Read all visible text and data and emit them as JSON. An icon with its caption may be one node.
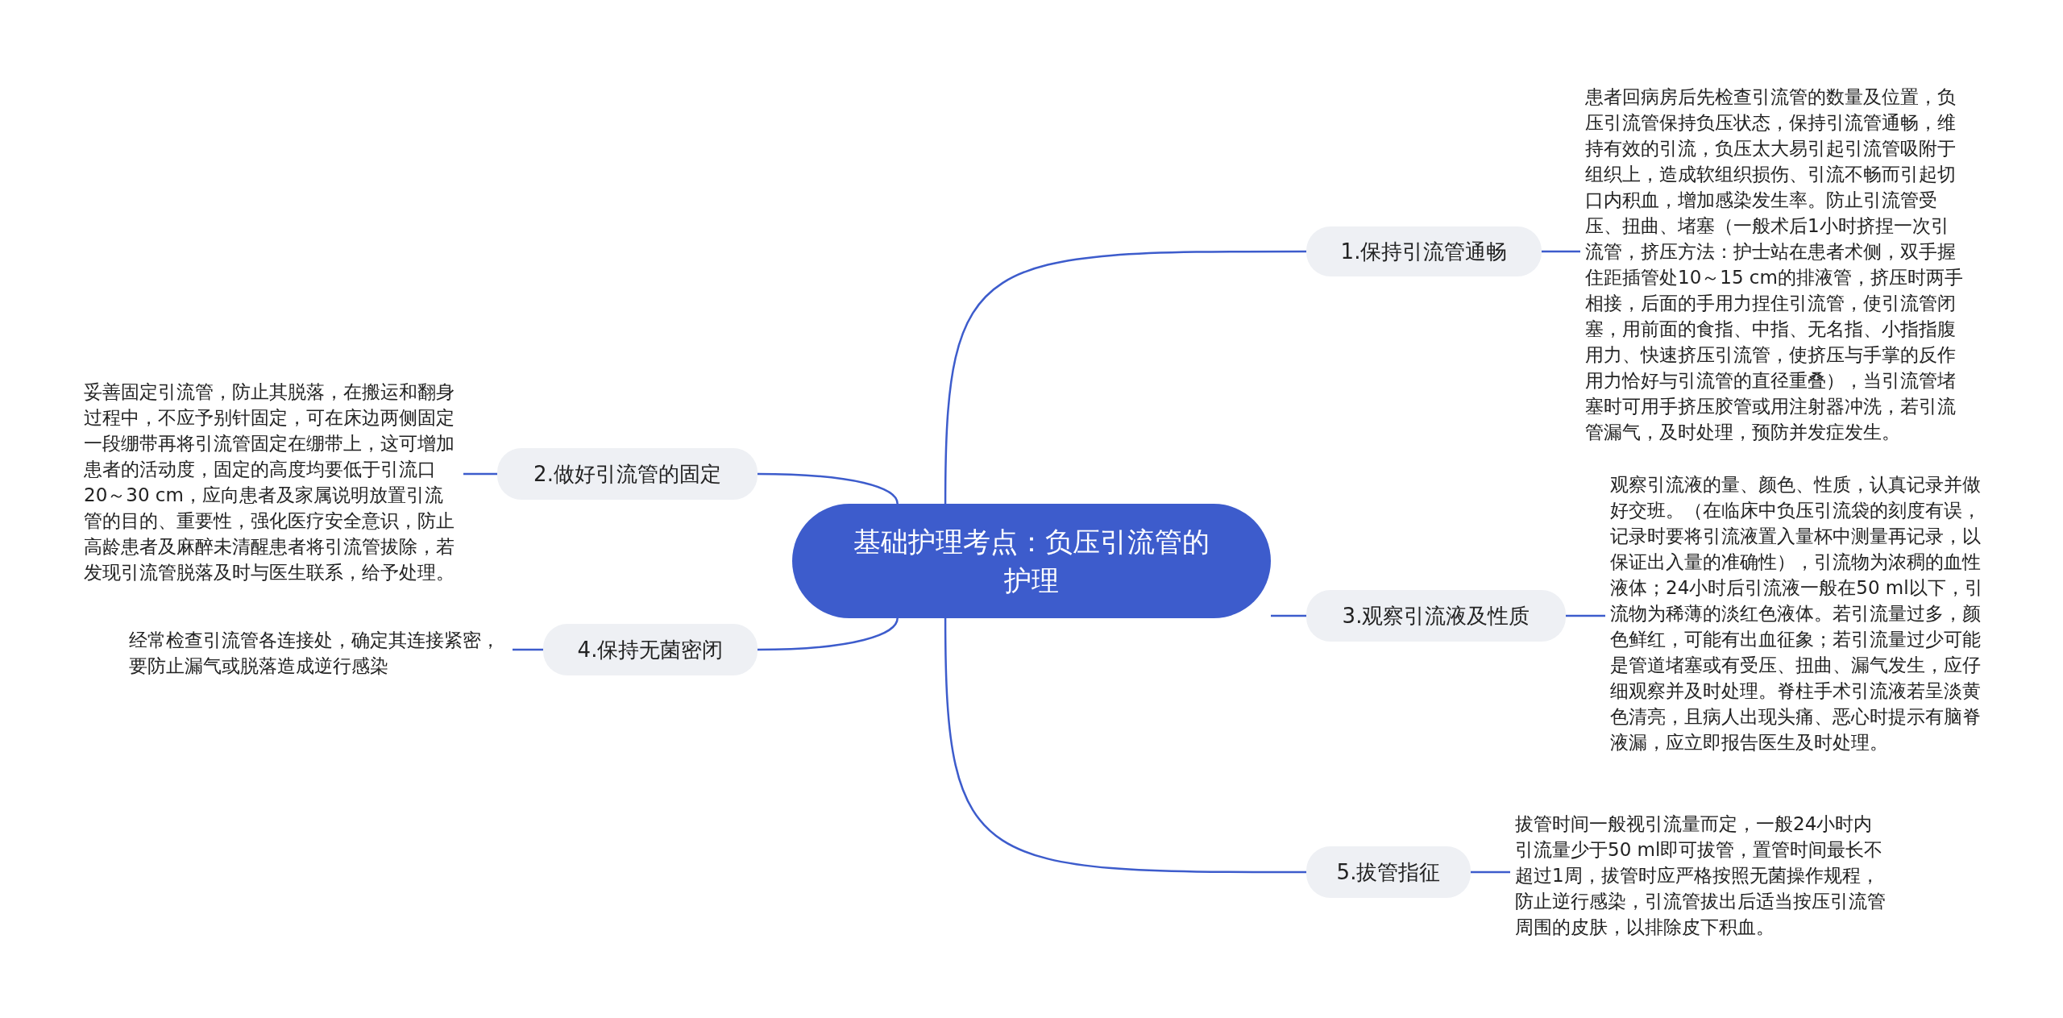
{
  "diagram": {
    "nodes": [
      {
        "text": [
          "基础护理考点：负压引流管的护理"
        ]
      },
      {
        "text": [
          "1.保持引流管通畅"
        ]
      },
      {
        "text": [
          "患者回病房后先检查引流管的数量及位置，负压引流管保持负压状态，保持引流管通畅，维持有效的引流，负压太大易引起引流管吸附于组织上，造成软组织损伤、引流不畅而引起切口内积血，增加感染发生率。防止引流管受压、扭曲、堵塞（一般术后1小时挤捏一次引流管，挤压方法：护士站在患者术侧，双手握住距插管处10～15 cm的排液管，挤压时两手相接，后面的手用力捏住引流管，使引流管闭塞，用前面的食指、中指、无名指、小指指腹用力、快速挤压引流管，使挤压与手掌的反作用力恰好与引流管的直径重叠），当引流管堵塞时可用手挤压胶管或用注射器冲洗，若引流管漏气，及时处理，预防并发症发生。"
        ]
      },
      {
        "text": [
          "2.做好引流管的固定"
        ]
      },
      {
        "text": [
          "妥善固定引流管，防止其脱落，在搬运和翻身过程中，不应予别针固定，可在床边两侧固定一段绷带再将引流管固定在绷带上，这可增加患者的活动度，固定的高度均要低于引流口20～30 cm，应向患者及家属说明放置引流管的目的、重要性，强化医疗安全意识，防止高龄患者及麻醉未清醒患者将引流管拔除，若发现引流管脱落及时与医生联系，给予处理。"
        ]
      },
      {
        "text": [
          "3.观察引流液及性质"
        ]
      },
      {
        "text": [
          "观察引流液的量、颜色、性质，认真记录并做好交班。（在临床中负压引流袋的刻度有误，记录时要将引流液置入量杯中测量再记录，以保证出入量的准确性），引流物为浓稠的血性液体；24小时后引流液一般在50 ml以下，引流物为稀薄的淡红色液体。若引流量过多，颜色鲜红，可能有出血征象；若引流量过少可能是管道堵塞或有受压、扭曲、漏气发生，应仔细观察并及时处理。脊柱手术引流液若呈淡黄色清亮，且病人出现头痛、恶心时提示有脑脊液漏，应立即报告医生及时处理。"
        ]
      },
      {
        "text": [
          "4.保持无菌密闭"
        ]
      },
      {
        "text": [
          "经常检查引流管各连接处，确定其连接紧密，要防止漏气或脱落造成逆行感染"
        ]
      },
      {
        "text": [
          "5.拔管指征"
        ]
      },
      {
        "text": [
          "拔管时间一般视引流量而定，一般24小时内引流量少于50 ml即可拔管，置管时间最长不超过1周，拔管时应严格按照无菌操作规程，防止逆行感染，引流管拔出后适当按压引流管周围的皮肤，以排除皮下积血。"
        ]
      }
    ],
    "edges": [
      {
        "from": 0,
        "to": 1,
        "arrow": "none"
      },
      {
        "from": 1,
        "to": 2,
        "arrow": "none"
      },
      {
        "from": 0,
        "to": 3,
        "arrow": "none"
      },
      {
        "from": 3,
        "to": 4,
        "arrow": "none"
      },
      {
        "from": 0,
        "to": 5,
        "arrow": "none"
      },
      {
        "from": 5,
        "to": 6,
        "arrow": "none"
      },
      {
        "from": 0,
        "to": 7,
        "arrow": "none"
      },
      {
        "from": 7,
        "to": 8,
        "arrow": "none"
      },
      {
        "from": 0,
        "to": 9,
        "arrow": "none"
      },
      {
        "from": 9,
        "to": 10,
        "arrow": "none"
      }
    ]
  }
}
